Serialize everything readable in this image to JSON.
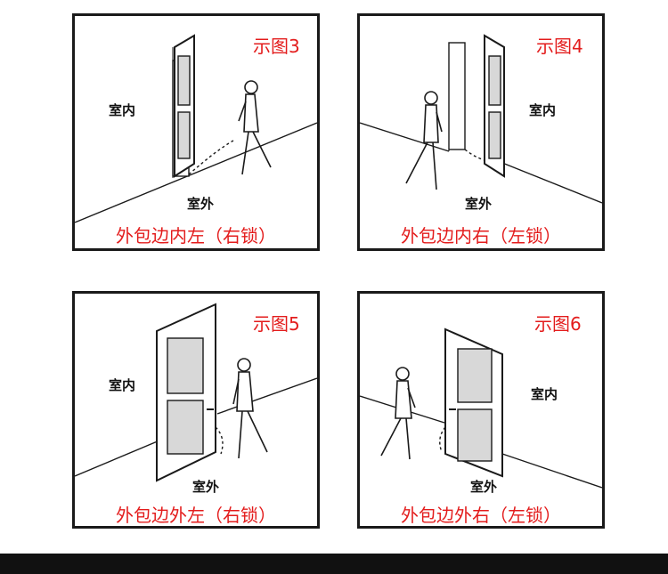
{
  "colors": {
    "accent": "#e31c1c",
    "line": "#1a1a1a",
    "frame": "#111111"
  },
  "panels": [
    {
      "fig_label": "示图3",
      "inside": "室内",
      "outside": "室外",
      "caption": "外包边内左（右锁）"
    },
    {
      "fig_label": "示图4",
      "inside": "室内",
      "outside": "室外",
      "caption": "外包边内右（左锁）"
    },
    {
      "fig_label": "示图5",
      "inside": "室内",
      "outside": "室外",
      "caption": "外包边外左（右锁）"
    },
    {
      "fig_label": "示图6",
      "inside": "室内",
      "outside": "室外",
      "caption": "外包边外右（左锁）"
    }
  ]
}
